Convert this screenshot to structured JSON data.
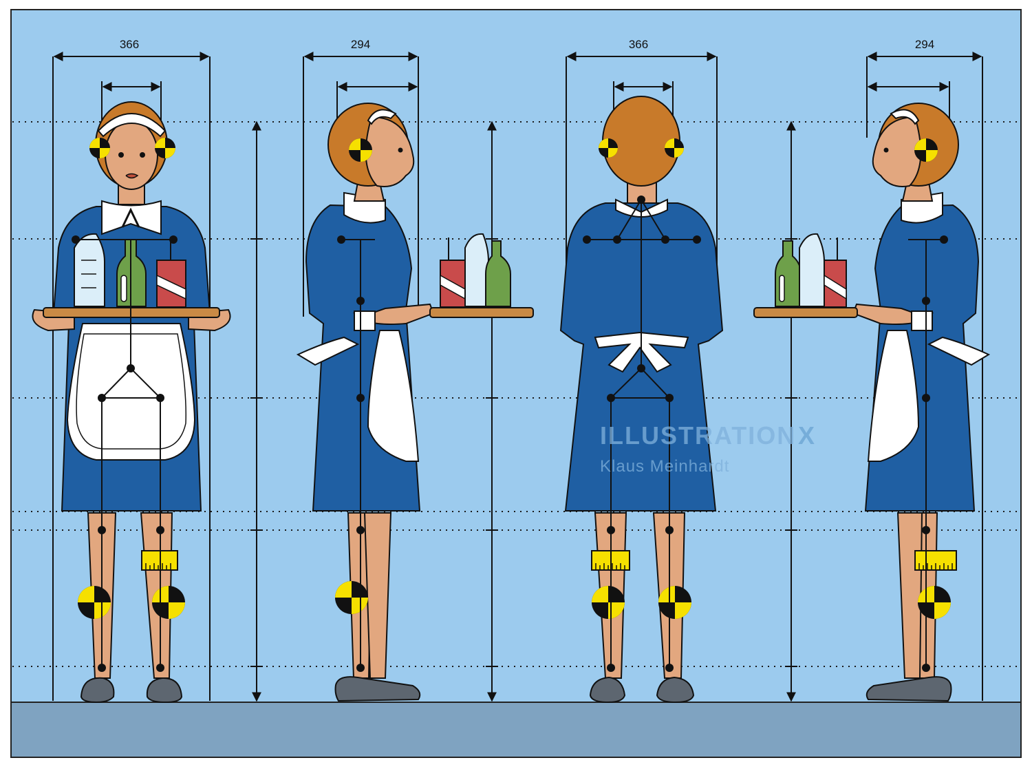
{
  "dimensions": {
    "figure_1_width": "366",
    "figure_2_width": "294",
    "figure_3_width": "366",
    "figure_4_width": "294"
  },
  "watermark": {
    "brand": "ILLUSTRATION",
    "brand_mark": "X",
    "artist": "Klaus Meinhardt"
  },
  "colors": {
    "background": "#9ccbee",
    "floor": "#7fa3c1",
    "dress": "#1f5fa3",
    "skin": "#e2a77f",
    "hair": "#c87a2a",
    "tray": "#c98a45",
    "marker_yellow": "#f6e000"
  },
  "figures": [
    {
      "view": "front"
    },
    {
      "view": "side-right"
    },
    {
      "view": "back"
    },
    {
      "view": "side-left"
    }
  ]
}
